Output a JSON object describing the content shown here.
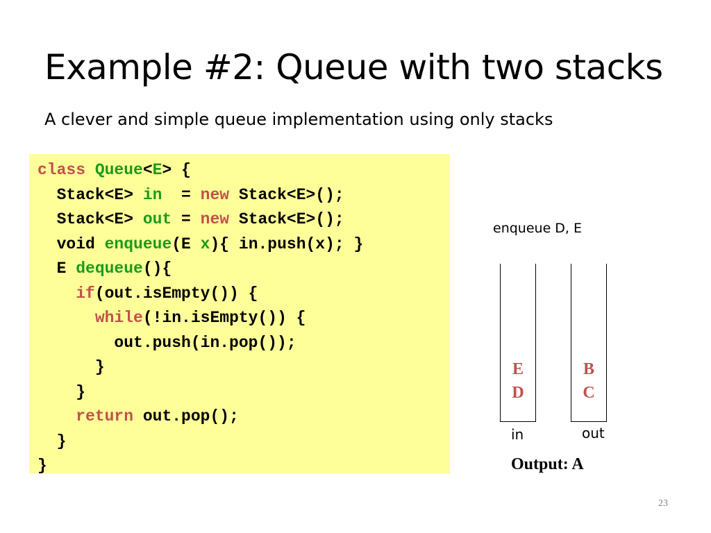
{
  "slide": {
    "title": "Example #2: Queue with two stacks",
    "subtitle": "A clever and simple queue implementation using only stacks",
    "page_number": "23"
  },
  "code": {
    "lines": [
      [
        {
          "t": "class ",
          "c": "kw"
        },
        {
          "t": "Queue",
          "c": "ty"
        },
        {
          "t": "<",
          "c": ""
        },
        {
          "t": "E",
          "c": "ty"
        },
        {
          "t": "> {",
          "c": ""
        }
      ],
      [
        {
          "t": "  Stack<E> ",
          "c": ""
        },
        {
          "t": "in",
          "c": "ty"
        },
        {
          "t": "  = ",
          "c": ""
        },
        {
          "t": "new",
          "c": "kw"
        },
        {
          "t": " Stack<E>();",
          "c": ""
        }
      ],
      [
        {
          "t": "  Stack<E> ",
          "c": ""
        },
        {
          "t": "out",
          "c": "ty"
        },
        {
          "t": " = ",
          "c": ""
        },
        {
          "t": "new",
          "c": "kw"
        },
        {
          "t": " Stack<E>();",
          "c": ""
        }
      ],
      [
        {
          "t": "  void ",
          "c": ""
        },
        {
          "t": "enqueue",
          "c": "ty"
        },
        {
          "t": "(E ",
          "c": ""
        },
        {
          "t": "x",
          "c": "ty"
        },
        {
          "t": "){ in.push(x); }",
          "c": ""
        }
      ],
      [
        {
          "t": "  E ",
          "c": ""
        },
        {
          "t": "dequeue",
          "c": "ty"
        },
        {
          "t": "(){",
          "c": ""
        }
      ],
      [
        {
          "t": "    ",
          "c": ""
        },
        {
          "t": "if",
          "c": "kw"
        },
        {
          "t": "(out.isEmpty()) {",
          "c": ""
        }
      ],
      [
        {
          "t": "      ",
          "c": ""
        },
        {
          "t": "while",
          "c": "kw"
        },
        {
          "t": "(!in.isEmpty()) {",
          "c": ""
        }
      ],
      [
        {
          "t": "        out.push(in.pop());",
          "c": ""
        }
      ],
      [
        {
          "t": "      }",
          "c": ""
        }
      ],
      [
        {
          "t": "    }",
          "c": ""
        }
      ],
      [
        {
          "t": "    ",
          "c": ""
        },
        {
          "t": "return",
          "c": "kw"
        },
        {
          "t": " out.pop();",
          "c": ""
        }
      ],
      [
        {
          "t": "  }",
          "c": ""
        }
      ],
      [
        {
          "t": "}",
          "c": ""
        }
      ]
    ]
  },
  "diagram": {
    "caption": "enqueue D, E",
    "in_stack": {
      "label": "in",
      "items": [
        "E",
        "D"
      ]
    },
    "out_stack": {
      "label": "out",
      "items": [
        "B",
        "C"
      ]
    },
    "output_text": "Output: A"
  },
  "colors": {
    "keyword": "#c0504d",
    "identifier": "#1a9a1a",
    "code_background": "#ffff99"
  }
}
